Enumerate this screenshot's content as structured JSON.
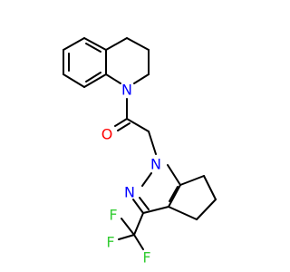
{
  "molecule": {
    "atoms": {
      "n_quinoline": {
        "label": "N",
        "color": "#0000ff"
      },
      "o_carbonyl": {
        "label": "O",
        "color": "#ff0000"
      },
      "n_pyrazole_1": {
        "label": "N",
        "color": "#0000ff"
      },
      "n_pyrazole_2": {
        "label": "N",
        "color": "#0000ff"
      },
      "f_1": {
        "label": "F",
        "color": "#33cc33"
      },
      "f_2": {
        "label": "F",
        "color": "#33cc33"
      },
      "f_3": {
        "label": "F",
        "color": "#33cc33"
      }
    },
    "bond_color": "#000000"
  }
}
